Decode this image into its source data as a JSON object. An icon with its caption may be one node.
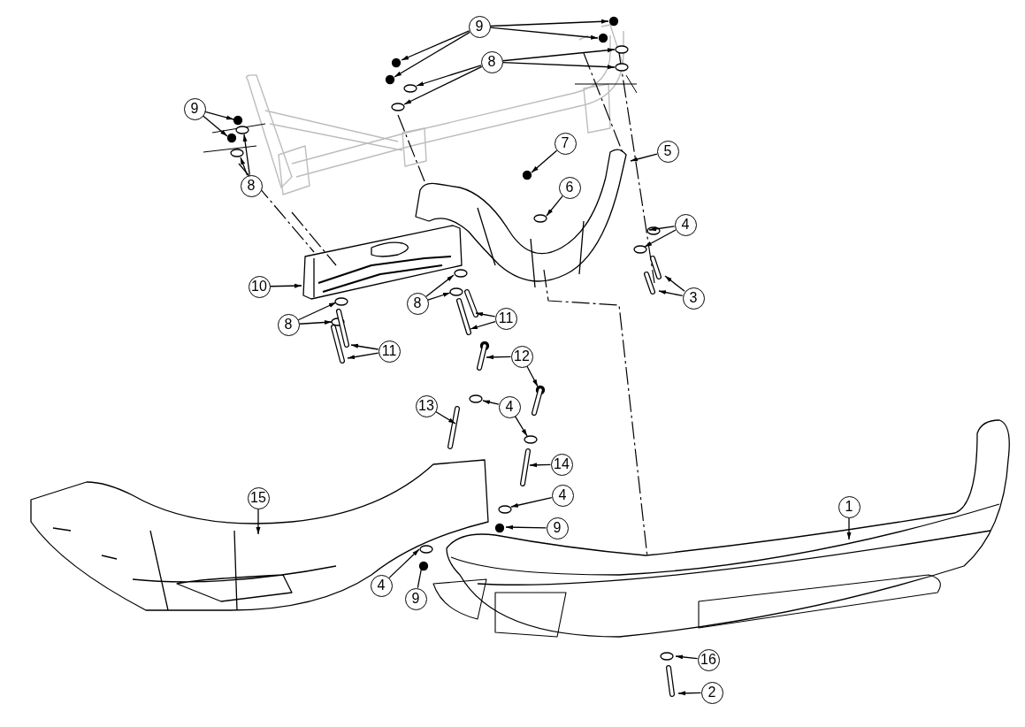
{
  "diagram": {
    "nodes": [
      {
        "text": [
          "9"
        ]
      },
      {
        "text": [
          "8"
        ]
      },
      {
        "text": [
          "9"
        ]
      },
      {
        "text": [
          "7"
        ]
      },
      {
        "text": [
          "5"
        ]
      },
      {
        "text": [
          "8"
        ]
      },
      {
        "text": [
          "6"
        ]
      },
      {
        "text": [
          "4"
        ]
      },
      {
        "text": [
          "10"
        ]
      },
      {
        "text": [
          "3"
        ]
      },
      {
        "text": [
          "8"
        ]
      },
      {
        "text": [
          "11"
        ]
      },
      {
        "text": [
          "8"
        ]
      },
      {
        "text": [
          "11"
        ]
      },
      {
        "text": [
          "12"
        ]
      },
      {
        "text": [
          "4"
        ]
      },
      {
        "text": [
          "13"
        ]
      },
      {
        "text": [
          "14"
        ]
      },
      {
        "text": [
          "4"
        ]
      },
      {
        "text": [
          "15"
        ]
      },
      {
        "text": [
          "1"
        ]
      },
      {
        "text": [
          "9"
        ]
      },
      {
        "text": [
          "4"
        ]
      },
      {
        "text": [
          "9"
        ]
      },
      {
        "text": [
          "16"
        ]
      },
      {
        "text": [
          "2"
        ]
      }
    ],
    "edges": [
      {
        "from": 0,
        "to": null,
        "arrow": "to"
      },
      {
        "from": 0,
        "to": null,
        "arrow": "to"
      },
      {
        "from": 0,
        "to": null,
        "arrow": "to"
      },
      {
        "from": 0,
        "to": null,
        "arrow": "to"
      },
      {
        "from": 1,
        "to": null,
        "arrow": "to"
      },
      {
        "from": 1,
        "to": null,
        "arrow": "to"
      },
      {
        "from": 1,
        "to": null,
        "arrow": "to"
      },
      {
        "from": 1,
        "to": null,
        "arrow": "to"
      },
      {
        "from": 2,
        "to": null,
        "arrow": "to"
      },
      {
        "from": 2,
        "to": null,
        "arrow": "to"
      },
      {
        "from": 3,
        "to": null,
        "arrow": "to"
      },
      {
        "from": 4,
        "to": null,
        "arrow": "to"
      },
      {
        "from": 5,
        "to": null,
        "arrow": "to"
      },
      {
        "from": 5,
        "to": null,
        "arrow": "to"
      },
      {
        "from": 6,
        "to": null,
        "arrow": "to"
      },
      {
        "from": 7,
        "to": null,
        "arrow": "to"
      },
      {
        "from": 7,
        "to": null,
        "arrow": "to"
      },
      {
        "from": 8,
        "to": null,
        "arrow": "to"
      },
      {
        "from": 9,
        "to": null,
        "arrow": "to"
      },
      {
        "from": 9,
        "to": null,
        "arrow": "to"
      },
      {
        "from": 10,
        "to": null,
        "arrow": "to"
      },
      {
        "from": 10,
        "to": null,
        "arrow": "to"
      },
      {
        "from": 11,
        "to": null,
        "arrow": "to"
      },
      {
        "from": 11,
        "to": null,
        "arrow": "to"
      },
      {
        "from": 12,
        "to": null,
        "arrow": "to"
      },
      {
        "from": 12,
        "to": null,
        "arrow": "to"
      },
      {
        "from": 13,
        "to": null,
        "arrow": "to"
      },
      {
        "from": 13,
        "to": null,
        "arrow": "to"
      },
      {
        "from": 14,
        "to": null,
        "arrow": "to"
      },
      {
        "from": 14,
        "to": null,
        "arrow": "to"
      },
      {
        "from": 15,
        "to": null,
        "arrow": "to"
      },
      {
        "from": 15,
        "to": null,
        "arrow": "to"
      },
      {
        "from": 16,
        "to": null,
        "arrow": "to"
      },
      {
        "from": 17,
        "to": null,
        "arrow": "to"
      },
      {
        "from": 18,
        "to": null,
        "arrow": "to"
      },
      {
        "from": 19,
        "to": null,
        "arrow": "to"
      },
      {
        "from": 20,
        "to": null,
        "arrow": "to"
      },
      {
        "from": 21,
        "to": null,
        "arrow": "to"
      },
      {
        "from": 22,
        "to": null,
        "arrow": "to"
      },
      {
        "from": 23,
        "to": null,
        "arrow": "to"
      },
      {
        "from": 24,
        "to": null,
        "arrow": "to"
      },
      {
        "from": 25,
        "to": null,
        "arrow": "to"
      }
    ]
  }
}
